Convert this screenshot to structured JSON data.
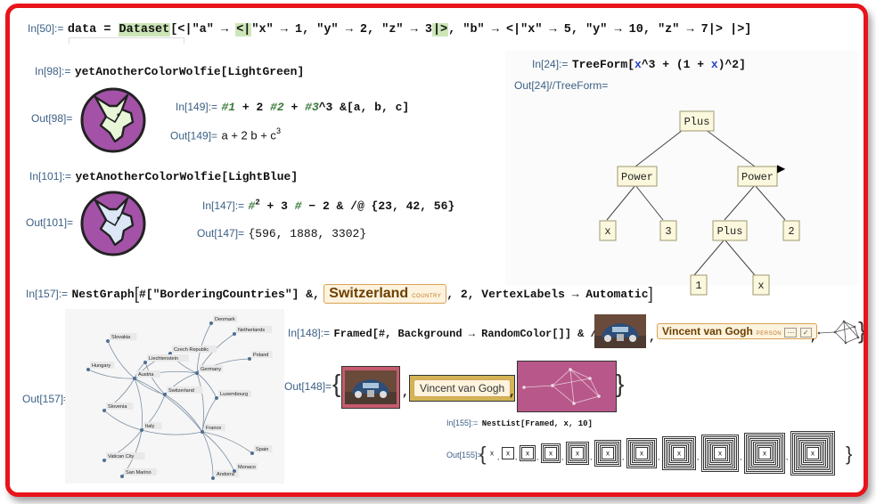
{
  "in50": {
    "label": "In[50]:=",
    "prefix": "data = ",
    "fn": "Dataset",
    "open_assoc": "[<|\"a\" → ",
    "inner_open": "<|",
    "inner_body": "\"x\" → 1, \"y\" → 2, \"z\" → 3",
    "inner_close": "|>",
    "rest": ", \"b\" → <|\"x\" → 5, \"y\" → 10, \"z\" → 7|> |>]"
  },
  "in98": {
    "label": "In[98]:=",
    "code": "yetAnotherColorWolfie[LightGreen]"
  },
  "out98": {
    "label": "Out[98]=",
    "fill": "#a352a8",
    "face": "#e9f7d9"
  },
  "in149": {
    "label": "In[149]:=",
    "p1": "#1",
    "t1": " + 2 ",
    "p2": "#2",
    "t2": " + ",
    "p3": "#3",
    "t3": "^3 &[a, b, c]"
  },
  "out149": {
    "label": "Out[149]=",
    "expr": "a + 2 b + c",
    "sup": "3"
  },
  "in101": {
    "label": "In[101]:=",
    "code": "yetAnotherColorWolfie[LightBlue]"
  },
  "out101": {
    "label": "Out[101]=",
    "fill": "#a352a8",
    "face": "#dbe7f7"
  },
  "in147": {
    "label": "In[147]:=",
    "p1": "#",
    "sup": "2",
    "t1": " + 3 ",
    "p2": "#",
    "t2": " − 2 & /@ {23, 42, 56}"
  },
  "out147": {
    "label": "Out[147]=",
    "value": "{596, 1888, 3302}"
  },
  "in24": {
    "label": "In[24]:=",
    "code_a": "TreeForm[",
    "code_x": "x",
    "code_b": "^3 + (1 + ",
    "code_x2": "x",
    "code_c": ")^2]"
  },
  "out24": {
    "label": "Out[24]//TreeForm="
  },
  "tree": {
    "plus_root": "Plus",
    "power_left": "Power",
    "power_right": "Power",
    "x_leaf": "x",
    "three_leaf": "3",
    "plus_inner": "Plus",
    "two_leaf": "2",
    "one_leaf": "1",
    "x_leaf2": "x"
  },
  "in157": {
    "label": "In[157]:=",
    "code_a": "NestGraph",
    "code_b": "#[\"BorderingCountries\"] &,",
    "entity": "Switzerland",
    "entity_type": "COUNTRY",
    "code_c": ", 2, VertexLabels → Automatic"
  },
  "out157": {
    "label": "Out[157]="
  },
  "graph": {
    "nodes": [
      {
        "name": "Slovakia"
      },
      {
        "name": "Denmark"
      },
      {
        "name": "Netherlands"
      },
      {
        "name": "Czech Republic"
      },
      {
        "name": "Poland"
      },
      {
        "name": "Hungary"
      },
      {
        "name": "Liechtenstein"
      },
      {
        "name": "Austria"
      },
      {
        "name": "Germany"
      },
      {
        "name": "Switzerland"
      },
      {
        "name": "Luxembourg"
      },
      {
        "name": "Slovenia"
      },
      {
        "name": "Italy"
      },
      {
        "name": "France"
      },
      {
        "name": "Spain"
      },
      {
        "name": "Vatican City"
      },
      {
        "name": "San Marino"
      },
      {
        "name": "Andorra"
      },
      {
        "name": "Monaco"
      }
    ]
  },
  "in148": {
    "label": "In[148]:=",
    "code": "Framed[#, Background → RandomColor[]] & /@ {",
    "comma": ",",
    "entity": "Vincent van Gogh",
    "entity_type": "PERSON"
  },
  "out148": {
    "label": "Out[148]=",
    "open": "{",
    "sep": ",",
    "entity": "Vincent van Gogh",
    "close": "}"
  },
  "in155": {
    "label": "In[155]:=",
    "code": "NestList[Framed, x, 10]"
  },
  "out155": {
    "label": "Out[155]=",
    "open": "{",
    "item": "x",
    "close": "}"
  },
  "colors": {
    "frame": "#e8141b",
    "label": "#3b5f84",
    "highlight": "#cde6b8",
    "entity_border": "#d9a355"
  }
}
